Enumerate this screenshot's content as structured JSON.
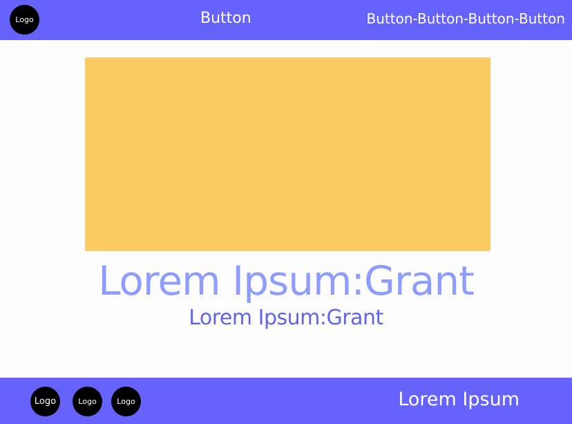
{
  "header": {
    "logo_label": "Logo",
    "center_button_label": "Button",
    "right_button_label": "Button-Button-Button-Button"
  },
  "main": {
    "headline_large": "Lorem Ipsum:Grant",
    "headline_small": "Lorem Ipsum:Grant"
  },
  "footer": {
    "logos": [
      "Logo",
      "Logo",
      "Logo"
    ],
    "text": "Lorem Ipsum"
  },
  "colors": {
    "bar_background": "#6663fd",
    "image_placeholder": "#fbcb63",
    "headline_large": "#8e9cfc",
    "headline_small": "#6064e6",
    "logo_background": "#000000"
  }
}
